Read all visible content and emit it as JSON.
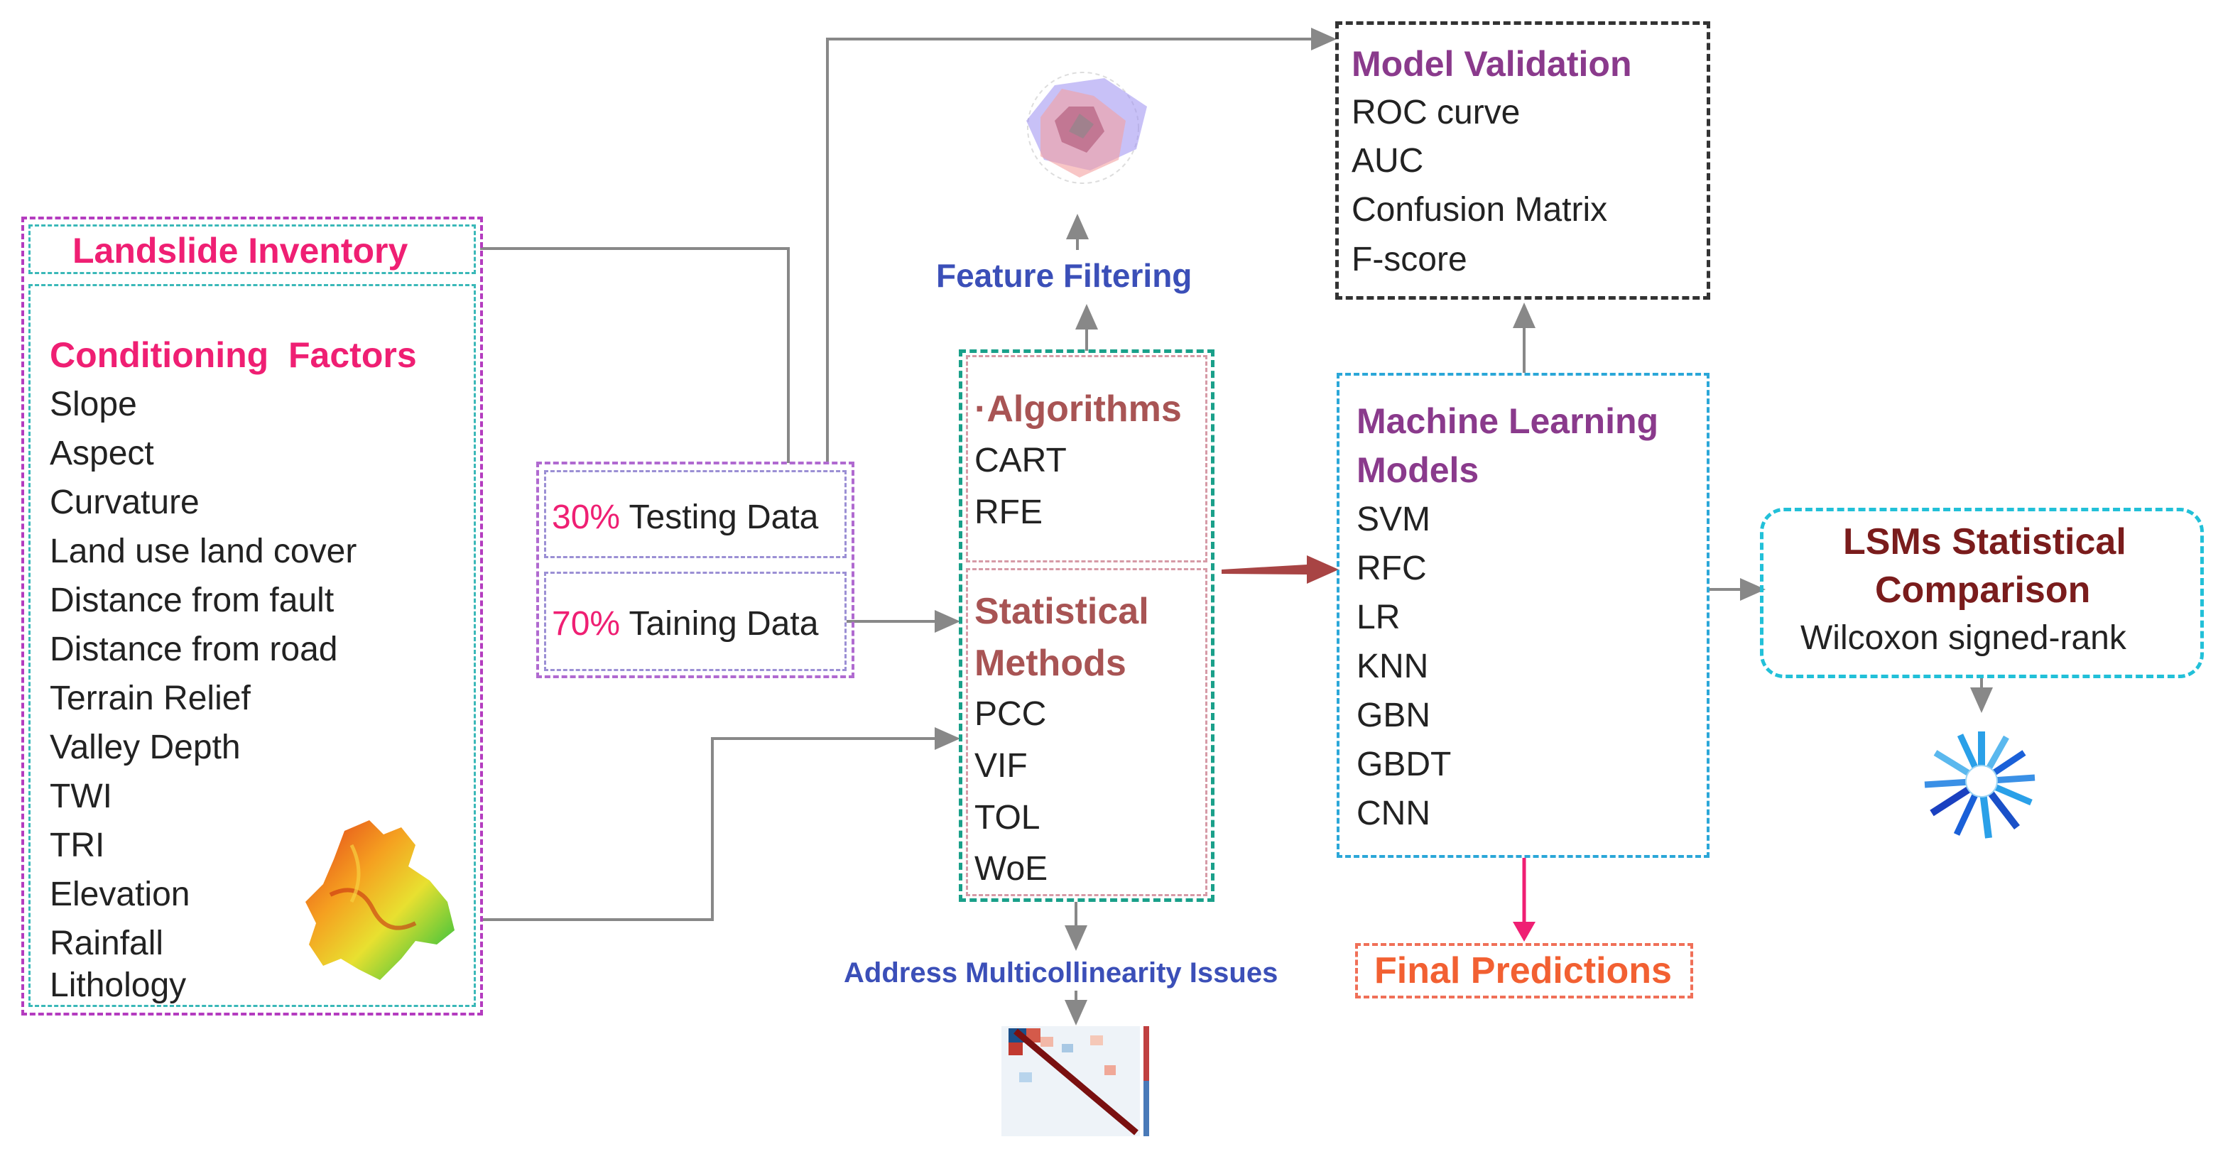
{
  "inventory": {
    "title": "Landslide Inventory"
  },
  "conditioning": {
    "title": "Conditioning  Factors",
    "items": [
      "Slope",
      "Aspect",
      "Curvature",
      "Land use land cover",
      "Distance from fault",
      "Distance from road",
      "Terrain Relief",
      "Valley Depth",
      "TWI",
      "TRI",
      "Elevation",
      "Rainfall",
      "Lithology"
    ]
  },
  "split": {
    "testing_pct": "30%",
    "testing_label": " Testing Data",
    "training_pct": "70%",
    "training_label": " Taining Data"
  },
  "algorithms": {
    "title": "·Algorithms",
    "items": [
      "CART",
      "RFE"
    ]
  },
  "statistical": {
    "title_line1": "Statistical",
    "title_line2": "Methods",
    "items": [
      "PCC",
      "VIF",
      "TOL",
      "WoE"
    ]
  },
  "feature_filtering": "Feature Filtering",
  "multicollinearity": "Address Multicollinearity Issues",
  "validation": {
    "title": "Model Validation",
    "items": [
      "ROC curve",
      "AUC",
      "Confusion Matrix",
      "F-score"
    ]
  },
  "ml": {
    "title_line1": "Machine Learning",
    "title_line2": "Models",
    "items": [
      "SVM",
      "RFC",
      "LR",
      "KNN",
      "GBN",
      "GBDT",
      "CNN"
    ]
  },
  "comparison": {
    "title_line1": "LSMs Statistical",
    "title_line2": "Comparison",
    "method": "Wilcoxon signed-rank"
  },
  "final": "Final Predictions",
  "colors": {
    "pink": "#ef1f73",
    "purple": "#8a3a8c",
    "brown": "#a85454",
    "blue": "#3b4fb8",
    "arrow_red": "#a84444"
  }
}
